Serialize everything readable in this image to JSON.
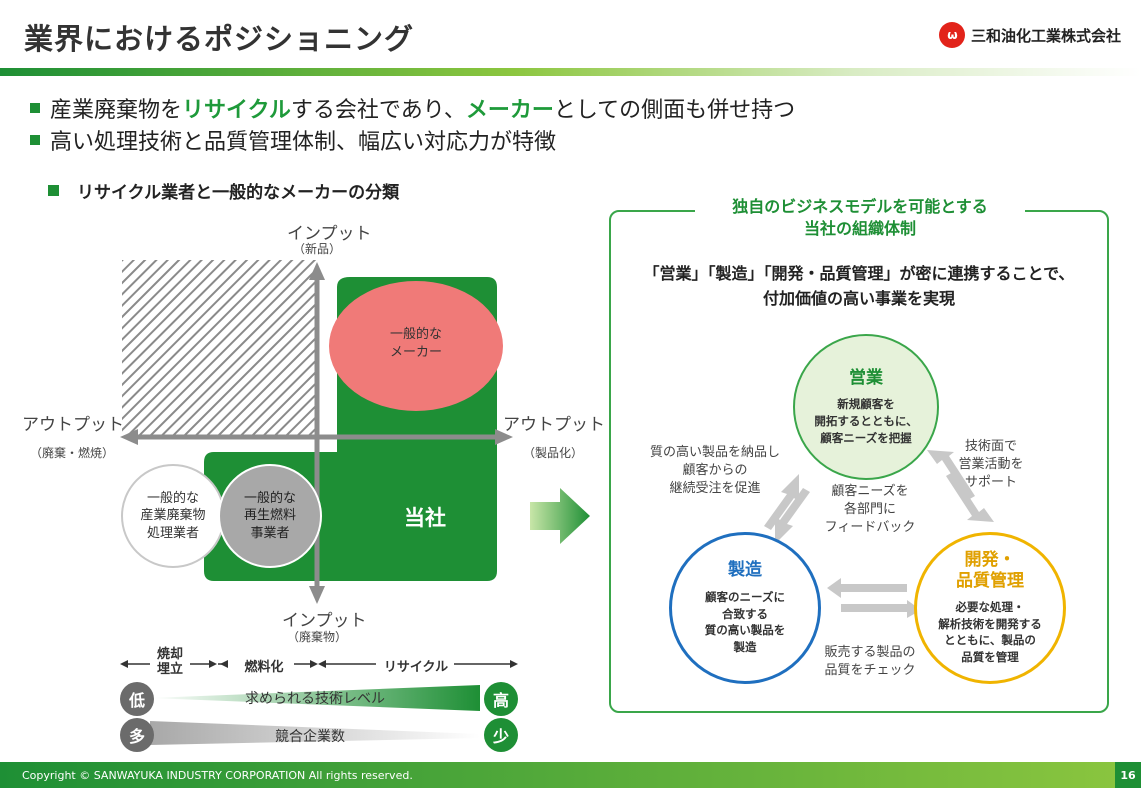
{
  "header": {
    "title": "業界におけるポジショニング",
    "company": "三和油化工業株式会社",
    "logo_mark": "ω"
  },
  "bullets": {
    "line1": {
      "a": "産業廃棄物を",
      "b": "リサイクル",
      "c": "する会社であり、",
      "d": "メーカー",
      "e": "としての側面も併せ持つ"
    },
    "line2": "高い処理技術と品質管理体制、幅広い対応力が特徴"
  },
  "classification": {
    "heading": "リサイクル業者と一般的なメーカーの分類",
    "axis_top": "インプット",
    "axis_top_sub": "（新品）",
    "axis_bottom": "インプット",
    "axis_bottom_sub": "（廃棄物）",
    "axis_left": "アウトプット",
    "axis_left_sub": "（廃棄・燃焼）",
    "axis_right": "アウトプット",
    "axis_right_sub": "（製品化）",
    "maker_label": "一般的な\nメーカー",
    "company_label": "当社",
    "waste_label": "一般的な\n産業廃棄物\n処理業者",
    "fuel_label": "一般的な\n再生燃料\n事業者",
    "scale": {
      "seg1": "焼却\n埋立",
      "seg2": "燃料化",
      "seg3": "リサイクル"
    },
    "bar1": {
      "left": "低",
      "label": "求められる技術レベル",
      "right": "高"
    },
    "bar2": {
      "left": "多",
      "label": "競合企業数",
      "right": "少"
    }
  },
  "model": {
    "title": "独自のビジネスモデルを可能とする\n当社の組織体制",
    "lead": "「営業」「製造」「開発・品質管理」が密に連携することで、\n付加価値の高い事業を実現",
    "sales": {
      "name": "営業",
      "desc": "新規顧客を\n開拓するとともに、\n顧客ニーズを把握"
    },
    "manufacturing": {
      "name": "製造",
      "desc": "顧客のニーズに\n合致する\n質の高い製品を\n製造"
    },
    "development": {
      "name": "開発・\n品質管理",
      "desc": "必要な処理・\n解析技術を開発する\nとともに、製品の\n品質を管理"
    },
    "note_left": "質の高い製品を納品し\n顧客からの\n継続受注を促進",
    "note_right": "技術面で\n営業活動を\nサポート",
    "note_center": "顧客ニーズを\n各部門に\nフィードバック",
    "note_bottom": "販売する製品の\n品質をチェック"
  },
  "footer": {
    "copyright": "Copyright © SANWAYUKA INDUSTRY CORPORATION All rights reserved.",
    "page": "16"
  },
  "colors": {
    "green": "#1e8f35",
    "light_green": "#8cc63f",
    "maker_red": "#f07a78",
    "sales_fill": "#e6f2da",
    "manufacturing_border": "#1f6fbf",
    "development_border": "#f0b400"
  }
}
